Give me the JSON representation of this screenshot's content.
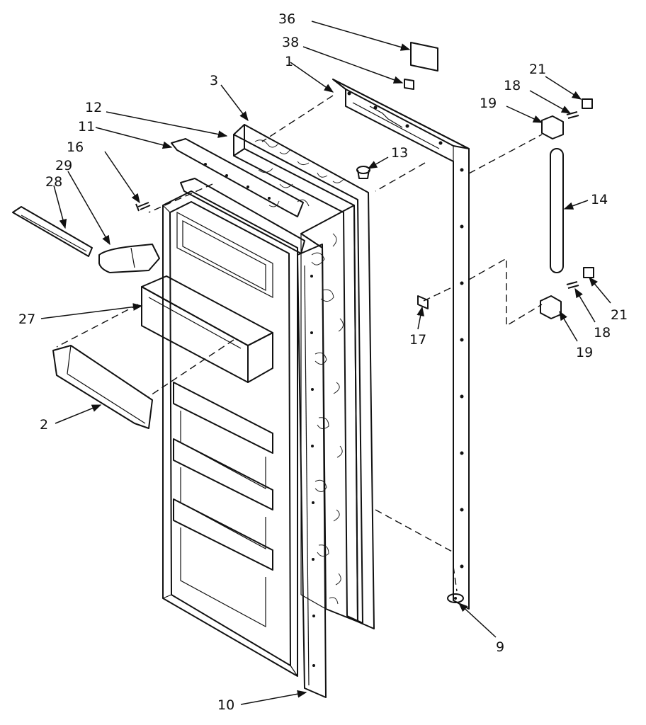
{
  "colors": {
    "ink": "#111111",
    "background": "#ffffff"
  },
  "callouts": [
    "36",
    "38",
    "1",
    "21",
    "18",
    "19",
    "3",
    "12",
    "11",
    "16",
    "29",
    "28",
    "13",
    "14",
    "27",
    "17",
    "21",
    "18",
    "19",
    "2",
    "9",
    "10"
  ]
}
